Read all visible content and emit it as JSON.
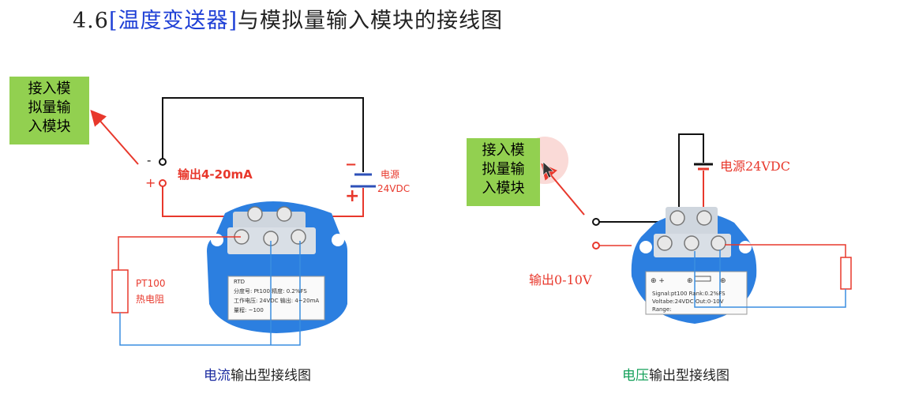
{
  "title": {
    "prefix": "4.6",
    "bracketed": "[温度变送器]",
    "suffix": "与模拟量输入模块的接线图"
  },
  "left_diagram": {
    "module_box": {
      "line1": "接入模",
      "line2": "拟量输",
      "line3": "入模块"
    },
    "minus_terminal": "-",
    "plus_terminal": "+",
    "output_label": "输出4-20mA",
    "battery_minus": "−",
    "battery_plus": "+",
    "power_line1": "电源",
    "power_line2": "24VDC",
    "sensor_line1": "PT100",
    "sensor_line2": "热电阻",
    "device_label": {
      "row0": "RTD",
      "row1": "分度号: Pt100  精度: 0.2%FS",
      "row2": "工作电压: 24VDC 输出: 4~20mA",
      "row3": "量程:        ~100"
    },
    "caption_colored": "电流",
    "caption_rest": "输出型接线图"
  },
  "right_diagram": {
    "module_box": {
      "line1": "接入模",
      "line2": "拟量输",
      "line3": "入模块"
    },
    "power_label": "电源24VDC",
    "output_label": "输出0-10V",
    "device_label": {
      "row1": "Signal:pt100    Rank:0.2%FS",
      "row2": "Voltabe:24VDC   Out:0-10V",
      "row3": "Range:"
    },
    "caption_colored": "电压",
    "caption_rest": "输出型接线图"
  },
  "colors": {
    "title_blue": "#1e3fd6",
    "box_green": "#92d050",
    "wire_red": "#e8382c",
    "wire_black": "#111111",
    "wire_blue": "#3a8ee0",
    "device_blue": "#2c7fe0",
    "caption_navy": "#1a2aa0",
    "caption_green": "#14a05a"
  }
}
